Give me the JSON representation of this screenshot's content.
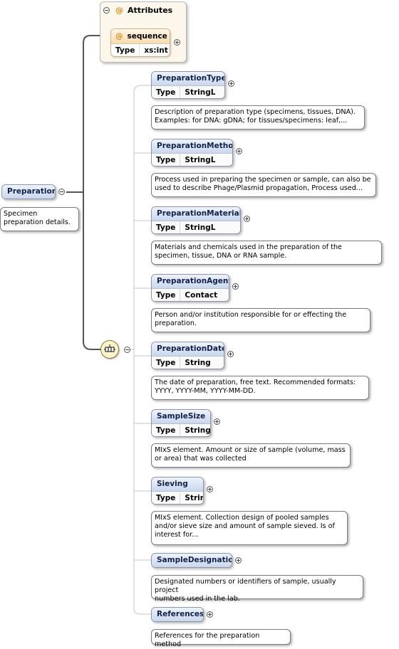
{
  "root": {
    "name": "Preparation",
    "doc": "Specimen\npreparation details."
  },
  "attributes": {
    "title": "Attributes",
    "at_symbol": "@",
    "item": {
      "name": "sequence",
      "type_label": "Type",
      "type_value": "xs:int"
    }
  },
  "toggles": {
    "plus": "+",
    "minus": "−"
  },
  "elements": [
    {
      "name": "PreparationType",
      "type_label": "Type",
      "type_value": "StringL",
      "doc": "Description of preparation type (specimens, tissues, DNA).\nExamples: for DNA: gDNA; for tissues/specimens: leaf,..."
    },
    {
      "name": "PreparationMethod",
      "type_label": "Type",
      "type_value": "StringL",
      "doc": "Process used in preparing the specimen or sample, can also be\nused to describe Phage/Plasmid propagation, Process used..."
    },
    {
      "name": "PreparationMaterials",
      "type_label": "Type",
      "type_value": "StringL",
      "doc": "Materials and chemicals used in the preparation of the\nspecimen, tissue, DNA or RNA sample."
    },
    {
      "name": "PreparationAgent",
      "type_label": "Type",
      "type_value": "Contact",
      "doc": "Person and/or institution responsible for or effecting the\npreparation."
    },
    {
      "name": "PreparationDate",
      "type_label": "Type",
      "type_value": "String",
      "doc": "The date of preparation, free text. Recommended formats:\nYYYY, YYYY-MM, YYYY-MM-DD."
    },
    {
      "name": "SampleSize",
      "type_label": "Type",
      "type_value": "String",
      "doc": "MIxS element. Amount or size of sample (volume, mass\nor area) that was collected"
    },
    {
      "name": "Sieving",
      "type_label": "Type",
      "type_value": "String",
      "doc": "MIxS element. Collection design of pooled samples\nand/or sieve size and amount of sample sieved. Is of\ninterest for..."
    },
    {
      "name": "SampleDesignations",
      "doc": "Designated numbers or identifiers of sample, usually project\nnumbers used in the lab."
    },
    {
      "name": "References",
      "doc": "References for the preparation method"
    }
  ]
}
